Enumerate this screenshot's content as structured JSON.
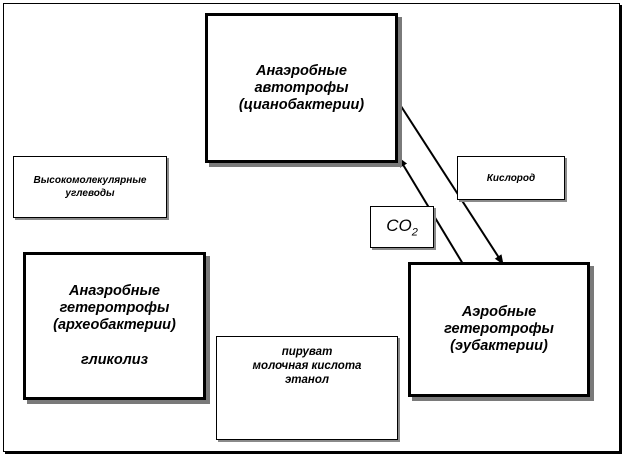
{
  "boxes": {
    "anaerobic_autotrophs": {
      "lines": [
        "Анаэробные",
        "автотрофы",
        "(цианобактерии)"
      ]
    },
    "high_molecular_carbs": {
      "lines": [
        "Высокомолекулярные",
        "углеводы"
      ]
    },
    "oxygen": {
      "text": "Кислород"
    },
    "co2": {
      "base": "CO",
      "sub": "2"
    },
    "anaerobic_heterotrophs": {
      "lines": [
        "Анаэробные",
        "гетеротрофы",
        "(археобактерии)"
      ],
      "process": "гликолиз"
    },
    "aerobic_heterotrophs": {
      "lines": [
        "Аэробные",
        "гетеротрофы",
        "(эубактерии)"
      ]
    },
    "products": {
      "lines": [
        "пируват",
        "молочная кислота",
        "этанол"
      ]
    }
  }
}
